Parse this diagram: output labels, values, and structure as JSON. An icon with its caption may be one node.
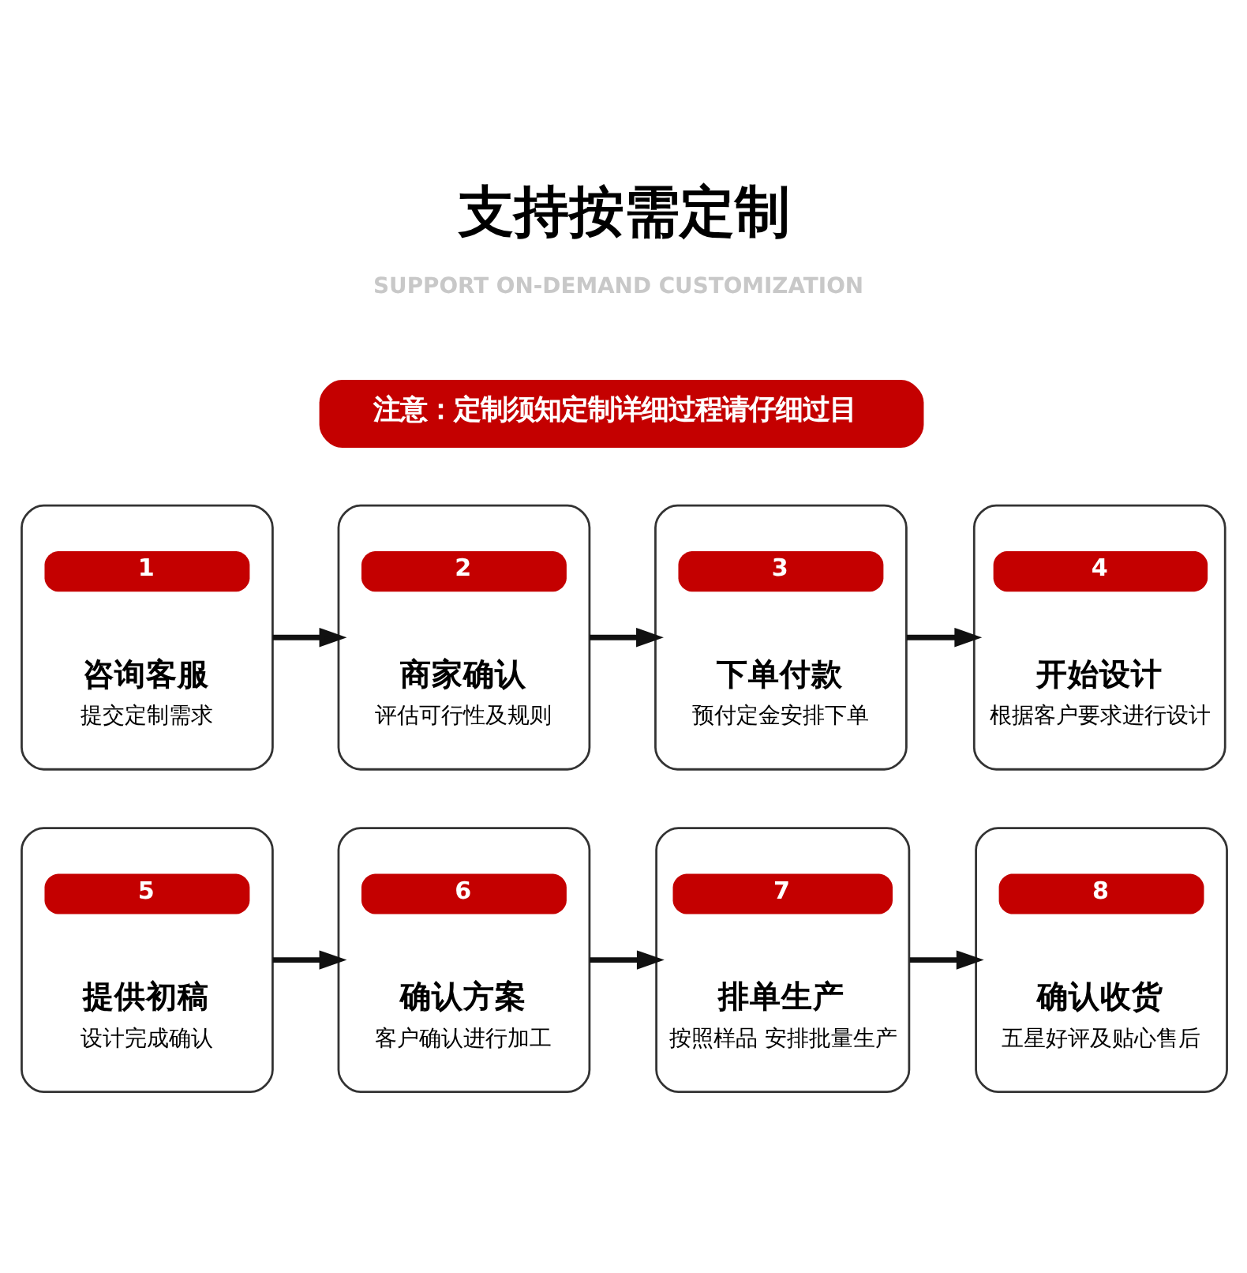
{
  "diagram": {
    "title": "支持按需定制",
    "nodes": [
      {
        "text": [
          "注意：定制须知定制详细过程请仔细过目"
        ]
      },
      {
        "text": [
          "1",
          "咨询客服",
          "提交定制需求"
        ]
      },
      {
        "text": [
          "2",
          "商家确认",
          "评估可行性及规则"
        ]
      },
      {
        "text": [
          "3",
          "下单付款",
          "预付定金安排下单"
        ]
      },
      {
        "text": [
          "4",
          "开始设计",
          "根据客户要求进行设计"
        ]
      },
      {
        "text": [
          "5",
          "提供初稿",
          "设计完成确认"
        ]
      },
      {
        "text": [
          "6",
          "确认方案",
          "客户确认进行加工"
        ]
      },
      {
        "text": [
          "7",
          "排单生产",
          "按照样品 安排批量生产"
        ]
      },
      {
        "text": [
          "8",
          "确认收货",
          "五星好评及贴心售后"
        ]
      }
    ],
    "edges": [
      {
        "from": 1,
        "to": 2,
        "arrow": "to"
      },
      {
        "from": 2,
        "to": 3,
        "arrow": "to"
      },
      {
        "from": 3,
        "to": 4,
        "arrow": "to"
      },
      {
        "from": 5,
        "to": 6,
        "arrow": "to"
      },
      {
        "from": 6,
        "to": 7,
        "arrow": "to"
      },
      {
        "from": 7,
        "to": 8,
        "arrow": "to"
      }
    ],
    "labels": [
      "SUPPORT ON-DEMAND CUSTOMIZATION"
    ]
  }
}
